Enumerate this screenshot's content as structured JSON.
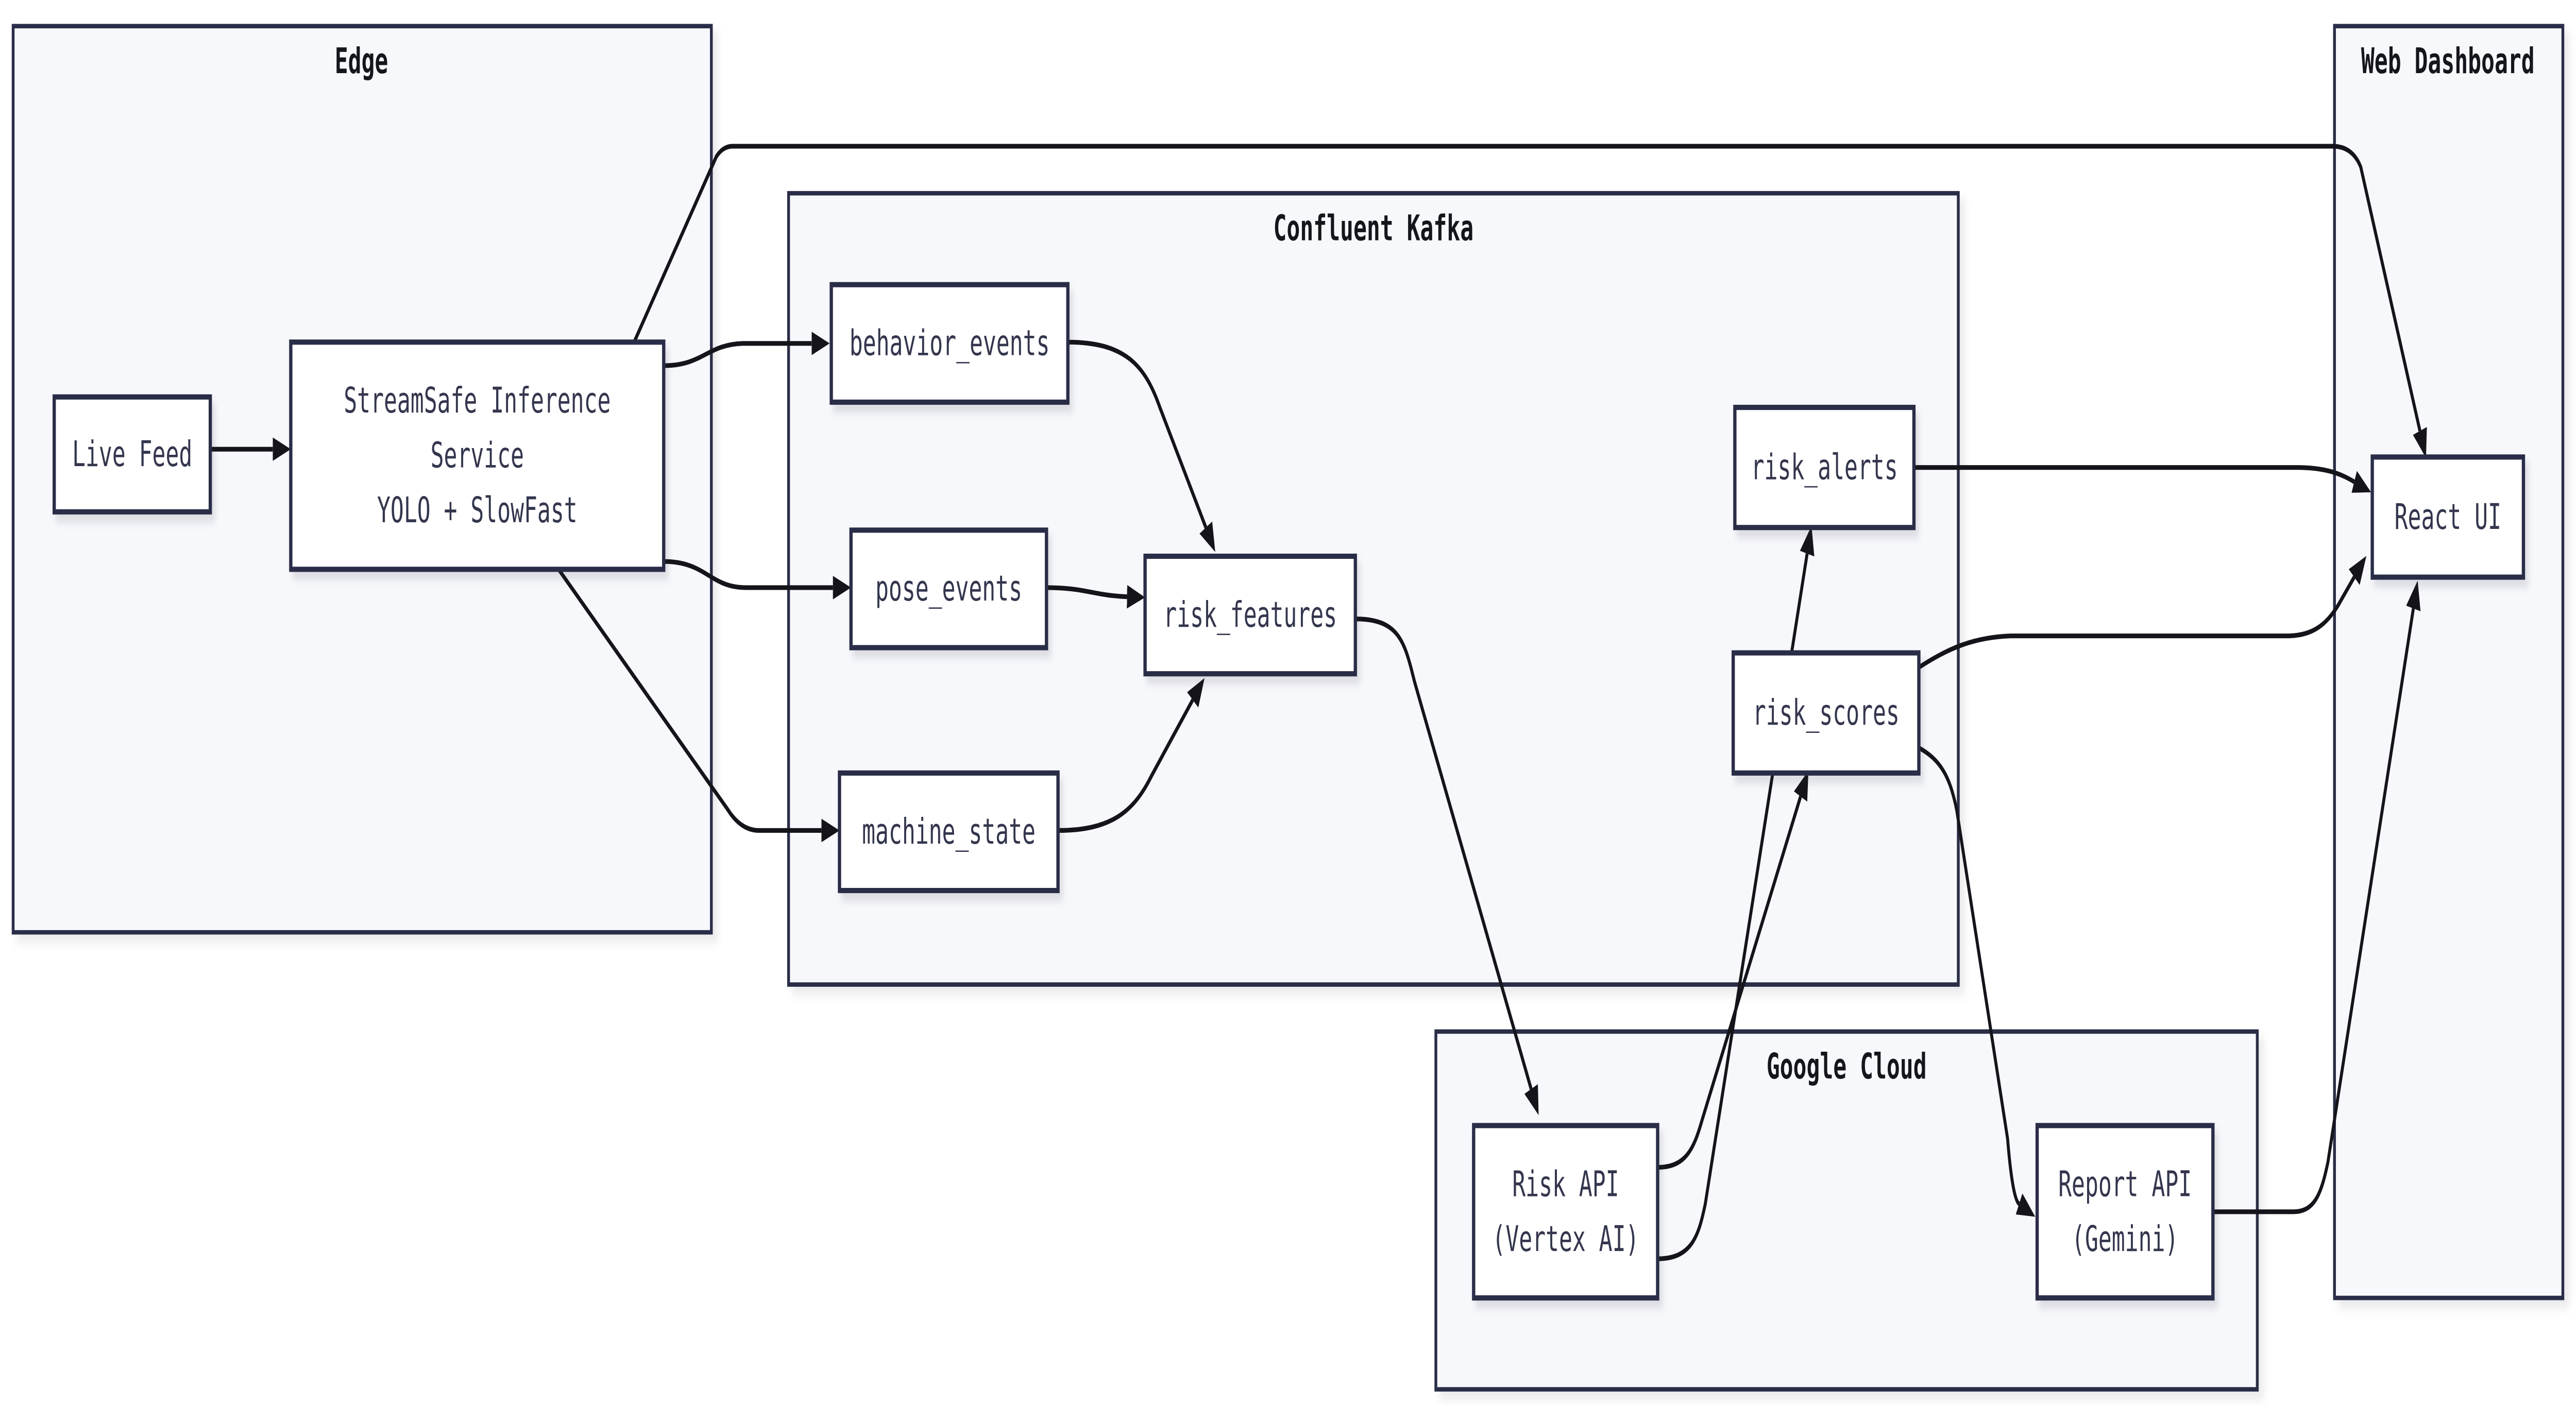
{
  "diagram": {
    "type": "flowchart",
    "colors": {
      "background": "#ffffff",
      "cluster_fill": "#f7f8fb",
      "node_fill": "#ffffff",
      "border": "#2a2d47",
      "edge_line": "#14141a",
      "node_text": "#33364d",
      "cluster_text": "#15151c"
    },
    "clusters": [
      {
        "id": "edge",
        "label": "Edge"
      },
      {
        "id": "kafka",
        "label": "Confluent Kafka"
      },
      {
        "id": "gcloud",
        "label": "Google Cloud"
      },
      {
        "id": "webdash",
        "label": "Web Dashboard"
      }
    ],
    "nodes": [
      {
        "id": "live-feed",
        "cluster": "edge",
        "lines": [
          "Live Feed"
        ]
      },
      {
        "id": "service",
        "cluster": "edge",
        "lines": [
          "StreamSafe Inference",
          "Service",
          "YOLO + SlowFast"
        ]
      },
      {
        "id": "behavior-events",
        "cluster": "kafka",
        "lines": [
          "behavior_events"
        ]
      },
      {
        "id": "pose-events",
        "cluster": "kafka",
        "lines": [
          "pose_events"
        ]
      },
      {
        "id": "machine-state",
        "cluster": "kafka",
        "lines": [
          "machine_state"
        ]
      },
      {
        "id": "risk-features",
        "cluster": "kafka",
        "lines": [
          "risk_features"
        ]
      },
      {
        "id": "risk-alerts",
        "cluster": "kafka",
        "lines": [
          "risk_alerts"
        ]
      },
      {
        "id": "risk-scores",
        "cluster": "kafka",
        "lines": [
          "risk_scores"
        ]
      },
      {
        "id": "risk-api",
        "cluster": "gcloud",
        "lines": [
          "Risk API",
          "(Vertex AI)"
        ]
      },
      {
        "id": "report-api",
        "cluster": "gcloud",
        "lines": [
          "Report API",
          "(Gemini)"
        ]
      },
      {
        "id": "react-ui",
        "cluster": "webdash",
        "lines": [
          "React UI"
        ]
      }
    ],
    "edges": [
      {
        "from": "live-feed",
        "to": "service"
      },
      {
        "from": "service",
        "to": "behavior-events"
      },
      {
        "from": "service",
        "to": "pose-events"
      },
      {
        "from": "service",
        "to": "machine-state"
      },
      {
        "from": "service",
        "to": "react-ui"
      },
      {
        "from": "behavior-events",
        "to": "risk-features"
      },
      {
        "from": "pose-events",
        "to": "risk-features"
      },
      {
        "from": "machine-state",
        "to": "risk-features"
      },
      {
        "from": "risk-features",
        "to": "risk-api"
      },
      {
        "from": "risk-api",
        "to": "risk-scores"
      },
      {
        "from": "risk-api",
        "to": "risk-alerts"
      },
      {
        "from": "risk-alerts",
        "to": "react-ui"
      },
      {
        "from": "risk-scores",
        "to": "react-ui"
      },
      {
        "from": "risk-scores",
        "to": "report-api"
      },
      {
        "from": "report-api",
        "to": "react-ui"
      }
    ]
  }
}
